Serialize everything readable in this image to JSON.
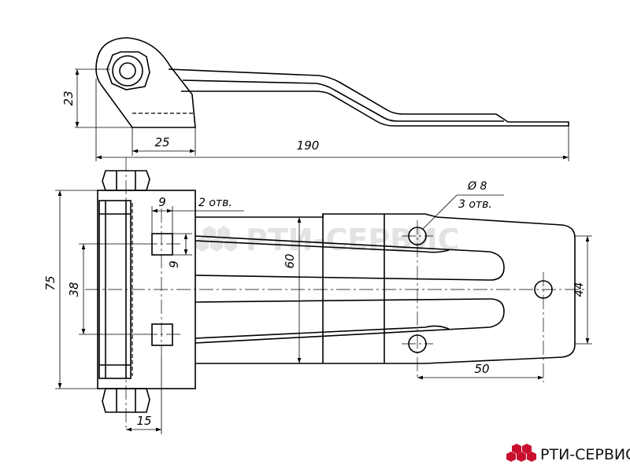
{
  "dimensions": {
    "height_23": "23",
    "width_25": "25",
    "length_190": "190",
    "width_9_top": "9",
    "holes_2": "2 отв.",
    "height_9_side": "9",
    "height_60": "60",
    "height_75": "75",
    "height_38": "38",
    "width_15": "15",
    "diameter_8": "Ø 8",
    "holes_3": "3 отв.",
    "height_44": "44",
    "width_50": "50"
  },
  "watermark": "РТИ-СЕРВИС",
  "brand": {
    "name": "РТИ-СЕРВИС",
    "logo_color": "#c8102e"
  }
}
